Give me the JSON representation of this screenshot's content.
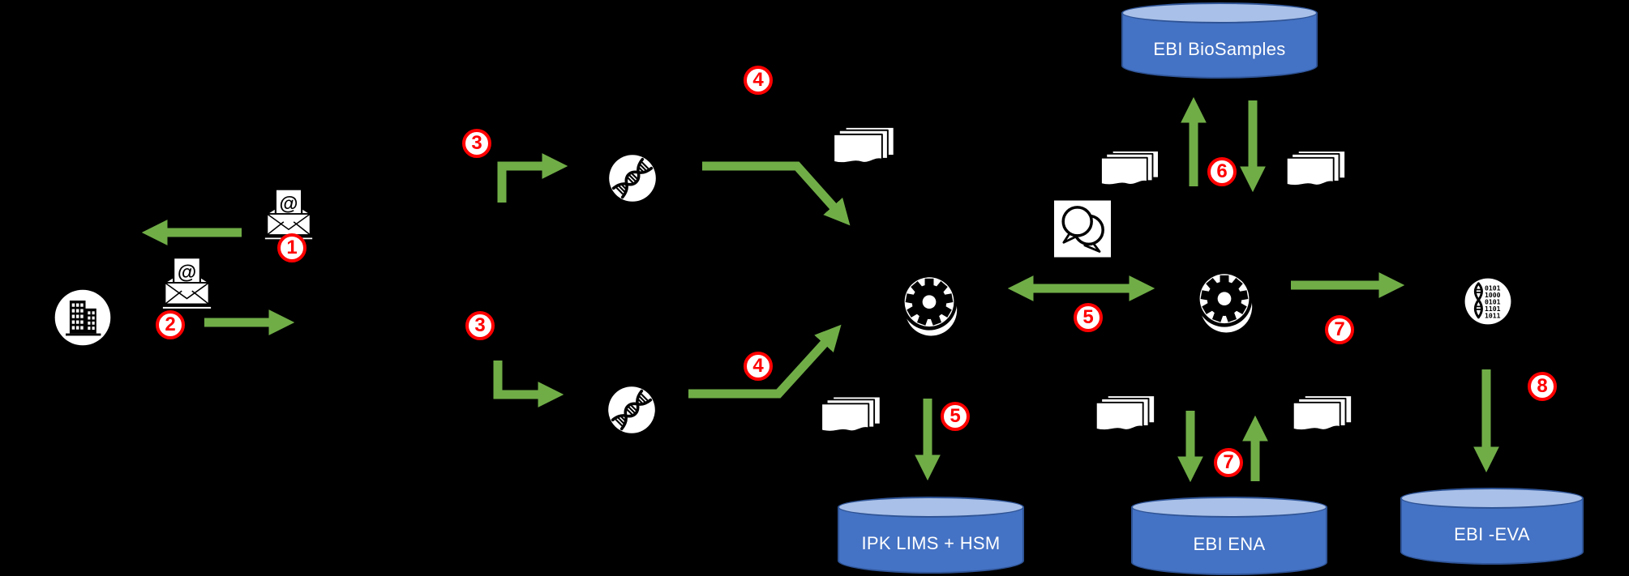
{
  "badges": [
    "1",
    "2",
    "3",
    "3",
    "4",
    "4",
    "5",
    "5",
    "6",
    "7",
    "7",
    "8"
  ],
  "databases": [
    {
      "label": "EBI BioSamples"
    },
    {
      "label": "IPK LIMS + HSM"
    },
    {
      "label": "EBI ENA"
    },
    {
      "label": "EBI -EVA"
    }
  ],
  "icons": {
    "email_at": "@",
    "binary_rows": [
      "0101",
      "1000",
      "0101",
      "1101",
      "1011"
    ]
  },
  "colors": {
    "background": "#000000",
    "arrow_green": "#70AD47",
    "badge_red": "#FF0000",
    "db_body_blue": "#4472C4",
    "db_top_blue": "#A9C0E8",
    "db_border_blue": "#2F5496",
    "icon_white": "#FFFFFF",
    "icon_black": "#000000"
  }
}
